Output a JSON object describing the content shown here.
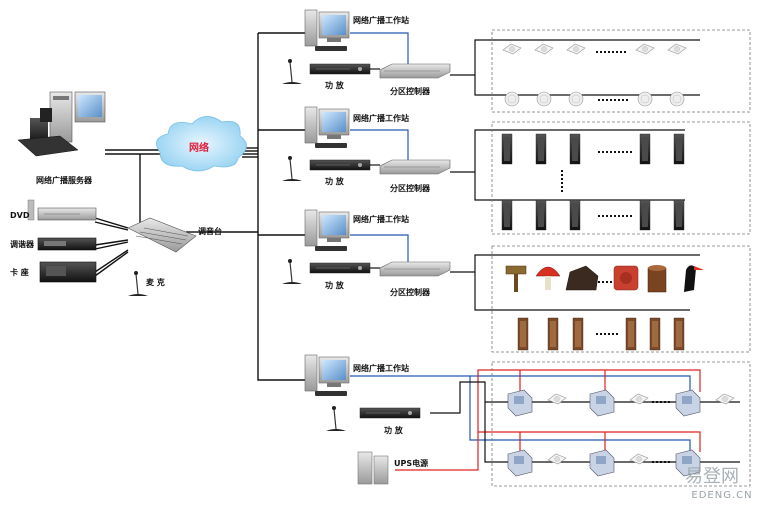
{
  "server_label": "网络广播服务器",
  "network_label": "网络",
  "dvd_label": "DVD",
  "tuner_label": "调谐器",
  "tape_label": "卡 座",
  "mixer_label": "调音台",
  "mic_label": "麦 克",
  "workstation_label": "网络广播工作站",
  "amp_label": "功 放",
  "zone_controller_label": "分区控制器",
  "ups_label": "UPS电源",
  "watermark_cn": "易登网",
  "watermark_en": "EDENG.CN",
  "colors": {
    "network_cloud": "#bfe3f7",
    "network_text": "#e0203a",
    "blue_line": "#2457b0",
    "red_line": "#e02020"
  }
}
